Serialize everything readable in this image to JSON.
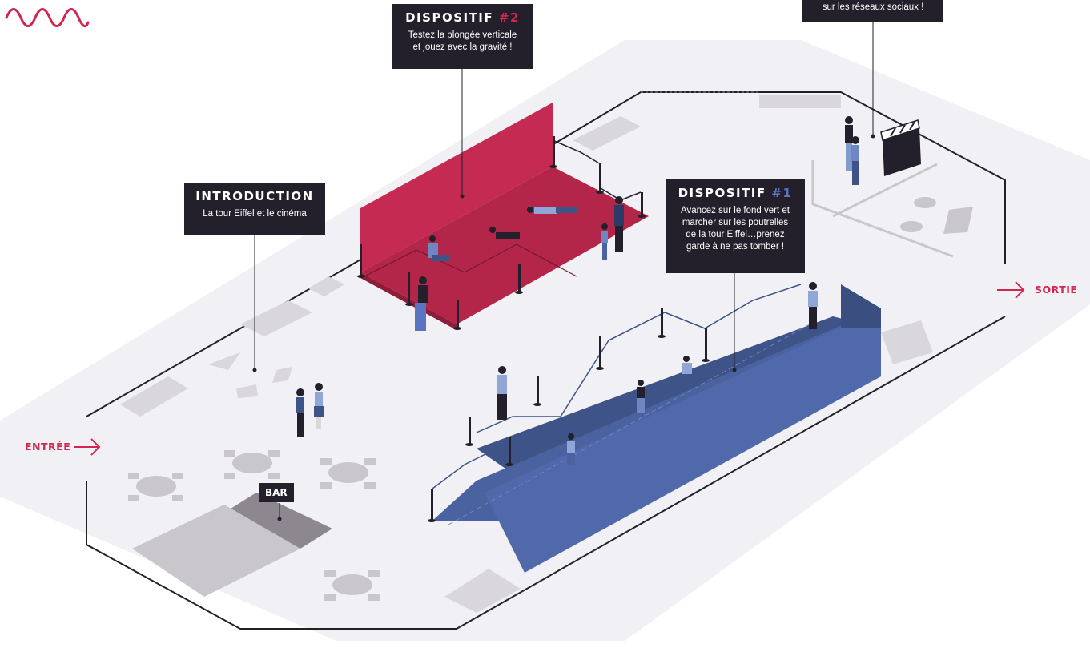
{
  "colors": {
    "floor": "#f0eff3",
    "red_stage": "#c42a52",
    "blue_stage": "#3e5488",
    "callout_bg": "#23202b",
    "accent_red": "#d2264f",
    "accent_blue": "#5b74c2",
    "gray_block": "#c7c4ca"
  },
  "callouts": {
    "dispositif2": {
      "title": "DISPOSITIF",
      "number": "#2",
      "text": "Testez la plongée verticale\net jouez avec la gravité !"
    },
    "dispositif1": {
      "title": "DISPOSITIF",
      "number": "#1",
      "text": "Avancez sur le fond vert et\nmarcher sur les poutrelles\nde la tour Eiffel…prenez\ngarde à ne pas tomber !"
    },
    "introduction": {
      "title": "INTRODUCTION",
      "text": "La tour Eiffel et le cinéma"
    },
    "social": {
      "text": "sur les réseaux sociaux !"
    },
    "bar": {
      "title": "BAR"
    }
  },
  "labels": {
    "entree": "ENTRÉE",
    "sortie": "SORTIE"
  },
  "icons": {
    "logo": "wave-logo-icon",
    "entree_arrow": "arrow-right-icon",
    "sortie_arrow": "arrow-right-icon",
    "clapperboard": "clapperboard-icon"
  }
}
